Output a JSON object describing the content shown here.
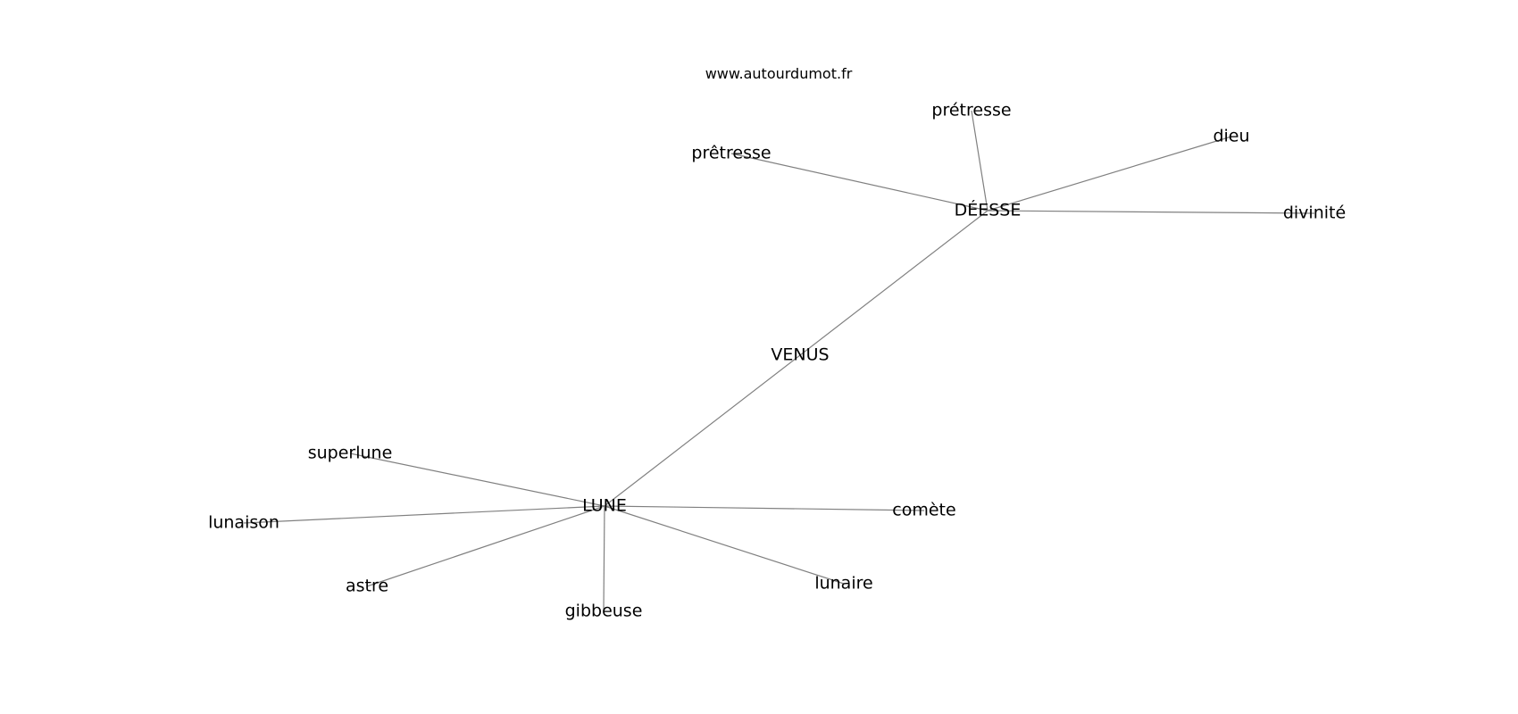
{
  "website": "www.autourdumot.fr",
  "graph": {
    "nodes": [
      {
        "id": "venus",
        "label": "VENUS"
      },
      {
        "id": "deesse",
        "label": "DÉESSE"
      },
      {
        "id": "lune",
        "label": "LUNE"
      },
      {
        "id": "pretresse_acute",
        "label": "prétresse"
      },
      {
        "id": "pretresse_circ",
        "label": "prêtresse"
      },
      {
        "id": "dieu",
        "label": "dieu"
      },
      {
        "id": "divinite",
        "label": "divinité"
      },
      {
        "id": "superlune",
        "label": "superlune"
      },
      {
        "id": "lunaison",
        "label": "lunaison"
      },
      {
        "id": "astre",
        "label": "astre"
      },
      {
        "id": "gibbeuse",
        "label": "gibbeuse"
      },
      {
        "id": "lunaire",
        "label": "lunaire"
      },
      {
        "id": "comete",
        "label": "comète"
      }
    ],
    "edges": [
      [
        "venus",
        "deesse"
      ],
      [
        "venus",
        "lune"
      ],
      [
        "deesse",
        "pretresse_acute"
      ],
      [
        "deesse",
        "pretresse_circ"
      ],
      [
        "deesse",
        "dieu"
      ],
      [
        "deesse",
        "divinite"
      ],
      [
        "lune",
        "superlune"
      ],
      [
        "lune",
        "lunaison"
      ],
      [
        "lune",
        "astre"
      ],
      [
        "lune",
        "gibbeuse"
      ],
      [
        "lune",
        "lunaire"
      ],
      [
        "lune",
        "comete"
      ]
    ]
  },
  "colors": {
    "edge": "#808080",
    "text": "#000000",
    "background": "#ffffff"
  }
}
